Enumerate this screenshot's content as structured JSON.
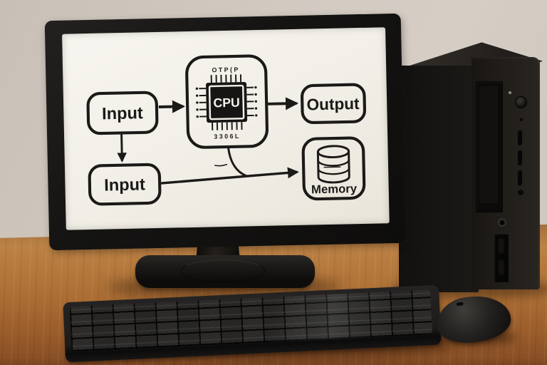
{
  "screen_diagram": {
    "nodes": {
      "input1": {
        "label": "Input"
      },
      "cpu": {
        "label": "CPU",
        "icon": "cpu-chip-icon",
        "microtext_top": "OTP(P",
        "microtext_bottom": "3306L"
      },
      "output": {
        "label": "Output"
      },
      "input2": {
        "label": "Input"
      },
      "memory": {
        "label": "Memory",
        "icon": "database-icon"
      }
    },
    "connections": [
      {
        "from": "input1",
        "to": "cpu"
      },
      {
        "from": "cpu",
        "to": "output"
      },
      {
        "from": "input1",
        "to": "input2"
      },
      {
        "from": "input2",
        "to": "memory"
      },
      {
        "from": "cpu",
        "to": "memory"
      }
    ]
  },
  "hardware": {
    "monitor": {
      "screen_content": "flow-diagram"
    },
    "tower_front_features": [
      "optical-drive-bay",
      "power-led",
      "power-button",
      "indicator-button",
      "usb-port",
      "usb-port",
      "usb-port",
      "front-button",
      "audio-jack",
      "front-io-ports"
    ],
    "desk_items": [
      "monitor",
      "desktop-tower",
      "keyboard",
      "mouse"
    ]
  },
  "colors": {
    "wall": "#d1c9c0",
    "desk_wood": "#b0733a",
    "device_black": "#1b1918",
    "screen_offwhite": "#f2efe8",
    "diagram_ink": "#1b1a18"
  }
}
